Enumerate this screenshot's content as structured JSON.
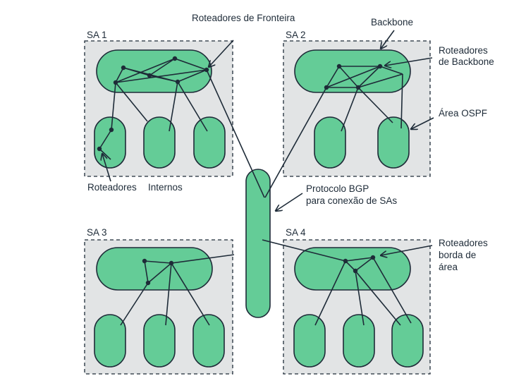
{
  "systems": [
    {
      "label": "SA 1"
    },
    {
      "label": "SA 2"
    },
    {
      "label": "SA 3"
    },
    {
      "label": "SA 4"
    }
  ],
  "annotations": {
    "border_routers": "Roteadores de Fronteira",
    "backbone": "Backbone",
    "backbone_routers_line1": "Roteadores",
    "backbone_routers_line2": "de Backbone",
    "ospf_area": "Área OSPF",
    "bgp_line1": "Protocolo BGP",
    "bgp_line2": "para conexão de SAs",
    "area_border_line1": "Roteadores",
    "area_border_line2": "borda de",
    "area_border_line3": "área",
    "internal_routers": "Roteadores",
    "internal_word": "Internos"
  }
}
